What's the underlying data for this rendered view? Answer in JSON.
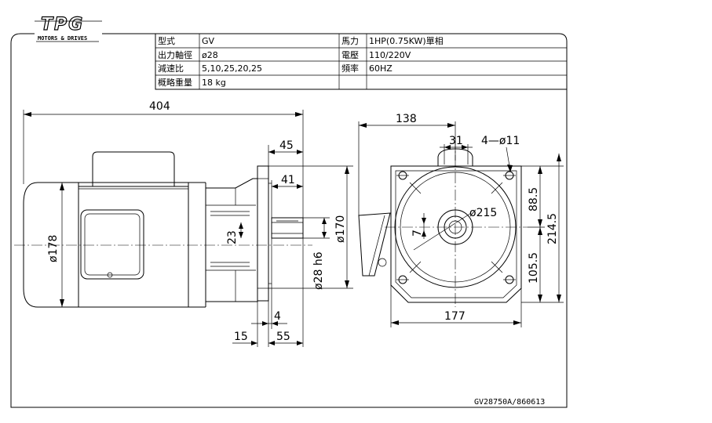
{
  "logo": {
    "text": "TPG",
    "tagline": "MOTORS & DRIVES"
  },
  "spec_table": [
    {
      "label": "型式",
      "value": "GV",
      "label2": "馬力",
      "value2": "1HP(0.75KW)單相"
    },
    {
      "label": "出力軸徑",
      "value": "ø28",
      "label2": "電壓",
      "value2": "110/220V"
    },
    {
      "label": "減速比",
      "value": "5,10,25,20,25",
      "label2": "頻率",
      "value2": "60HZ"
    },
    {
      "label": "概略重量",
      "value": "18 kg",
      "label2": "",
      "value2": ""
    }
  ],
  "dimensions": {
    "overall_length": "404",
    "flange_45": "45",
    "flange_41": "41",
    "body_dia": "ø178",
    "shaft_23": "23",
    "shaft_dia": "ø28 h6",
    "flange_dia": "ø170",
    "d_4": "4",
    "d_15": "15",
    "d_55": "55",
    "front_138": "138",
    "front_31": "31",
    "holes": "4—ø11",
    "pcd": "ø215",
    "d_7": "7",
    "d_88_5": "88.5",
    "d_214_5": "214.5",
    "d_105_5": "105.5",
    "d_177": "177"
  },
  "drawing_no": "GV28750A/860613"
}
